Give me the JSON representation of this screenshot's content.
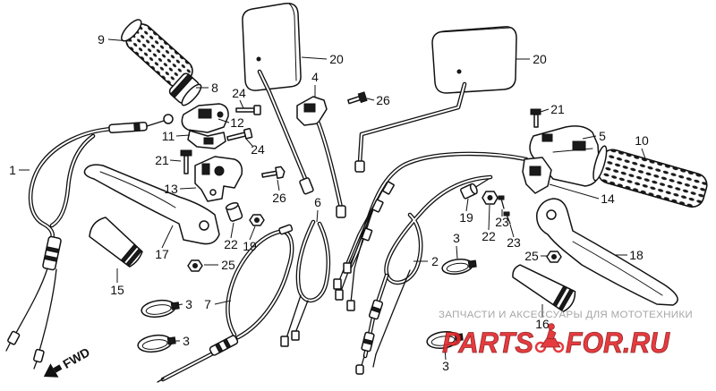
{
  "diagram": {
    "callouts": [
      "9",
      "8",
      "20",
      "4",
      "20",
      "24",
      "26",
      "12",
      "21",
      "11",
      "24",
      "5",
      "10",
      "1",
      "21",
      "13",
      "26",
      "6",
      "14",
      "19",
      "22",
      "23",
      "23",
      "22",
      "19",
      "17",
      "3",
      "25",
      "2",
      "25",
      "18",
      "15",
      "3",
      "7",
      "16",
      "3",
      "3"
    ],
    "fwd_label": "FWD"
  },
  "watermark": {
    "text": "ЗАПЧАСТИ И АКСЕССУАРЫ ДЛЯ МОТОТЕХНИКИ",
    "logo_left": "PARTS",
    "logo_right": "FOR.RU"
  },
  "colors": {
    "line_art": "#111111",
    "background": "#ffffff",
    "watermark_text": "#a6a6a6",
    "logo": "#e3262b"
  }
}
